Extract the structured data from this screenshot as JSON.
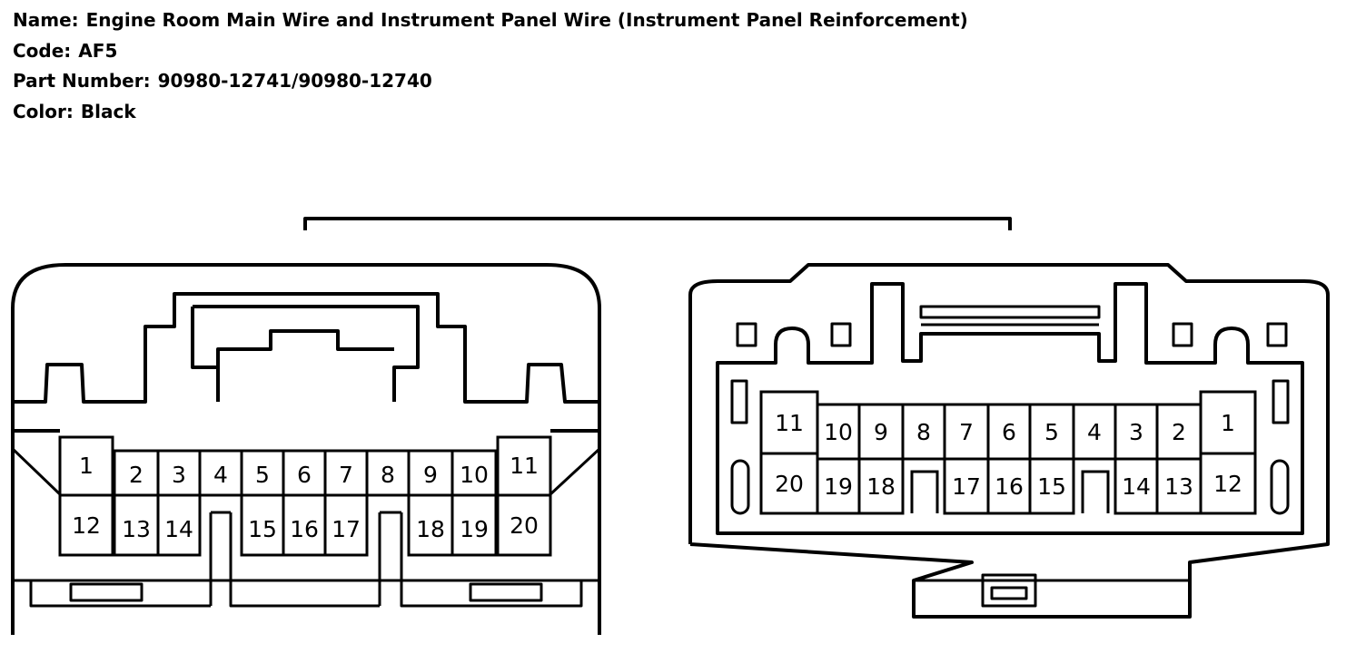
{
  "header": {
    "name_label": "Name:",
    "name_value": "Engine Room Main Wire and Instrument Panel Wire (Instrument Panel Reinforcement)",
    "code_label": "Code:",
    "code_value": "AF5",
    "part_label": "Part Number:",
    "part_value": "90980-12741/90980-12740",
    "color_label": "Color:",
    "color_value": "Black"
  },
  "colors": {
    "stroke": "#000000",
    "background": "#ffffff"
  },
  "connectors": {
    "left_view": {
      "top_row": [
        "1",
        "2",
        "3",
        "4",
        "5",
        "6",
        "7",
        "8",
        "9",
        "10",
        "11"
      ],
      "bottom_row": [
        "12",
        "13",
        "14",
        "15",
        "16",
        "17",
        "18",
        "19",
        "20"
      ]
    },
    "right_view": {
      "top_row": [
        "11",
        "10",
        "9",
        "8",
        "7",
        "6",
        "5",
        "4",
        "3",
        "2",
        "1"
      ],
      "bottom_row": [
        "20",
        "19",
        "18",
        "17",
        "16",
        "15",
        "14",
        "13",
        "12"
      ]
    }
  }
}
